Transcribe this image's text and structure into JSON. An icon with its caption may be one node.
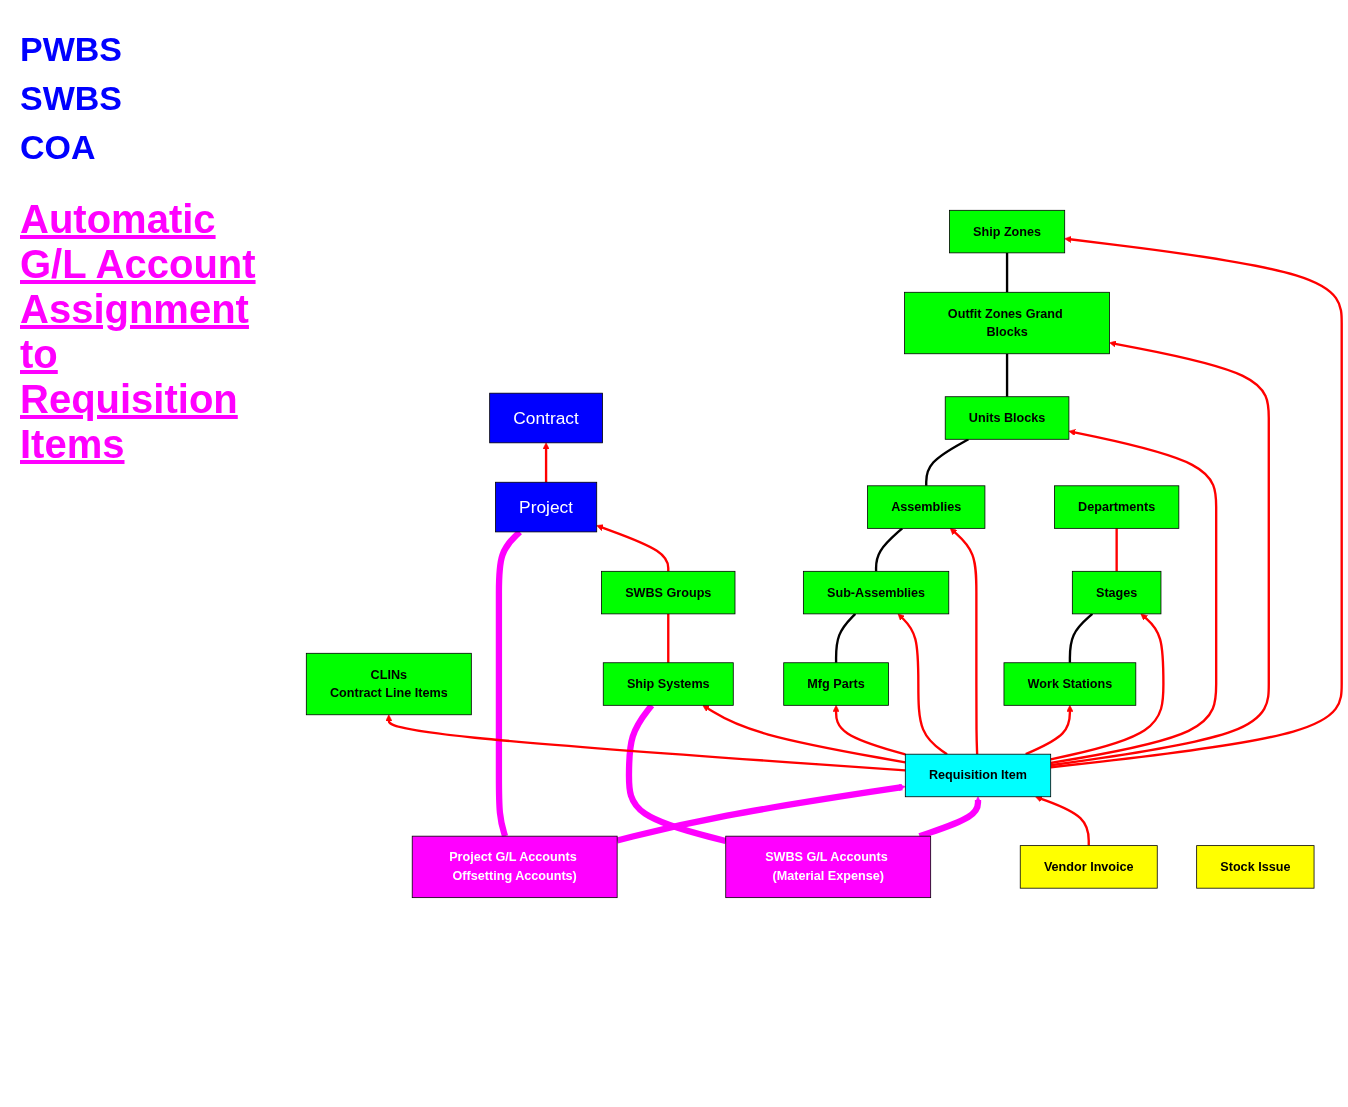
{
  "diagram": {
    "nodes": [
      {
        "text": [
          "Contract"
        ]
      },
      {
        "text": [
          "Project"
        ]
      },
      {
        "text": [
          "Project G/L Accounts Offsetting Accounts)"
        ]
      },
      {
        "text": [
          "CLINs",
          "Contract Line Items"
        ]
      },
      {
        "text": [
          "Ship Zones"
        ]
      },
      {
        "text": [
          "Outfit Zones Grand Blocks"
        ]
      },
      {
        "text": [
          "Units Blocks"
        ]
      },
      {
        "text": [
          "Assemblies"
        ]
      },
      {
        "text": [
          "Sub-Assemblies"
        ]
      },
      {
        "text": [
          "Mfg Parts"
        ]
      },
      {
        "text": [
          "SWBS Groups"
        ]
      },
      {
        "text": [
          "Ship Systems"
        ]
      },
      {
        "text": [
          "SWBS G/L Accounts (Material Expense)"
        ]
      },
      {
        "text": [
          "Departments"
        ]
      },
      {
        "text": [
          "Stages"
        ]
      },
      {
        "text": [
          "Work Stations"
        ]
      },
      {
        "text": [
          "Requisition Item"
        ]
      },
      {
        "text": [
          "Vendor Invoice"
        ]
      },
      {
        "text": [
          "Stock Issue"
        ]
      }
    ],
    "edges": [
      {
        "from": 1,
        "to": 0,
        "arrow": "to"
      },
      {
        "from": 2,
        "to": 1,
        "arrow": "none",
        "style": "thick",
        "color": "#ff00ff"
      },
      {
        "from": 10,
        "to": 1,
        "arrow": "to"
      },
      {
        "from": 4,
        "to": 5,
        "arrow": "none",
        "color": "#000000"
      },
      {
        "from": 5,
        "to": 6,
        "arrow": "none",
        "color": "#000000"
      },
      {
        "from": 6,
        "to": 7,
        "arrow": "none",
        "color": "#000000"
      },
      {
        "from": 7,
        "to": 8,
        "arrow": "none",
        "color": "#000000"
      },
      {
        "from": 8,
        "to": 9,
        "arrow": "none",
        "color": "#000000"
      },
      {
        "from": 10,
        "to": 11,
        "arrow": "none"
      },
      {
        "from": 11,
        "to": 12,
        "arrow": "none",
        "style": "thick",
        "color": "#ff00ff"
      },
      {
        "from": 13,
        "to": 14,
        "arrow": "none"
      },
      {
        "from": 14,
        "to": 15,
        "arrow": "none",
        "color": "#000000"
      },
      {
        "from": 16,
        "to": 4,
        "arrow": "to"
      },
      {
        "from": 16,
        "to": 5,
        "arrow": "to"
      },
      {
        "from": 16,
        "to": 6,
        "arrow": "to"
      },
      {
        "from": 16,
        "to": 7,
        "arrow": "to"
      },
      {
        "from": 16,
        "to": 8,
        "arrow": "to"
      },
      {
        "from": 16,
        "to": 9,
        "arrow": "to"
      },
      {
        "from": 16,
        "to": 11,
        "arrow": "to"
      },
      {
        "from": 16,
        "to": 14,
        "arrow": "to"
      },
      {
        "from": 16,
        "to": 15,
        "arrow": "to"
      },
      {
        "from": 16,
        "to": 3,
        "arrow": "to"
      },
      {
        "from": 2,
        "to": 16,
        "arrow": "to",
        "style": "thick",
        "color": "#ff00ff"
      },
      {
        "from": 12,
        "to": 16,
        "arrow": "to",
        "style": "thick",
        "color": "#ff00ff"
      },
      {
        "from": 17,
        "to": 16,
        "arrow": "to"
      }
    ],
    "labels": [
      "PWBS",
      "SWBS",
      "COA",
      "Automatic G/L Account Assignment to Requisition Items"
    ]
  }
}
